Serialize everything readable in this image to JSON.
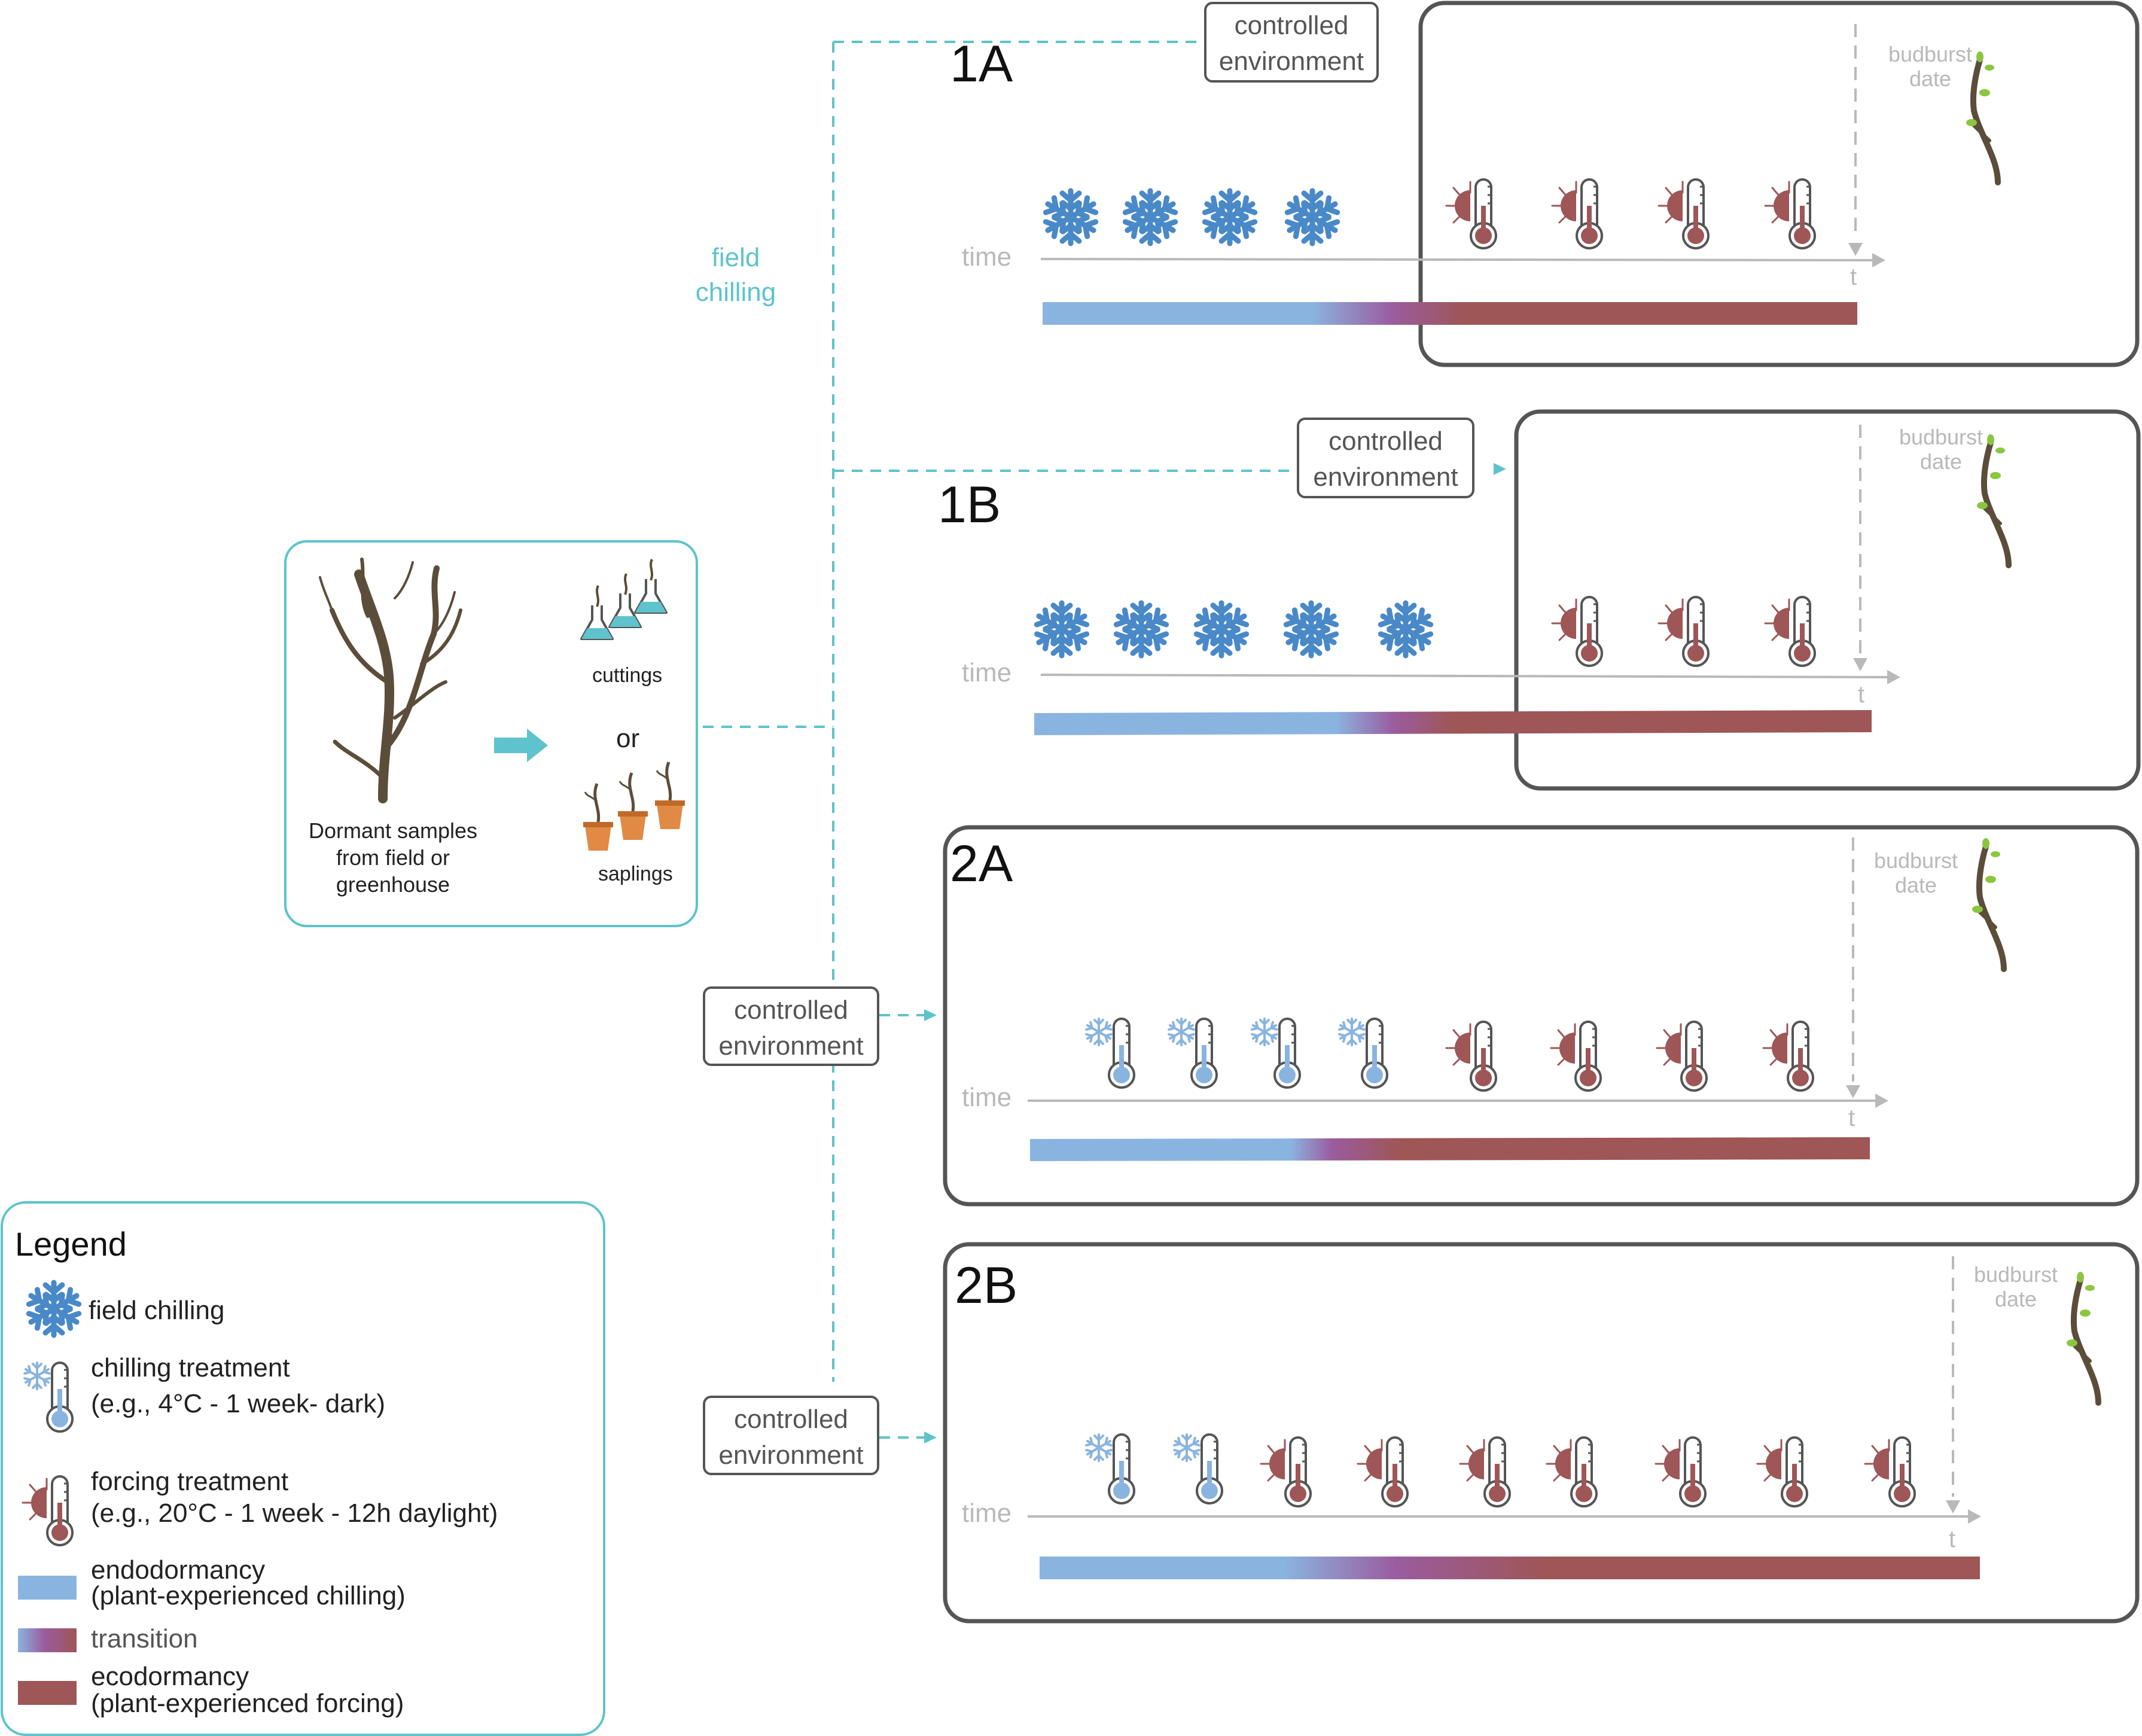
{
  "colors": {
    "teal": "#5ec3cc",
    "endodormancy": "#8ab4e0",
    "transition": "#9a5c9e",
    "ecodormancy": "#9e5656",
    "panel_border": "#555555",
    "grey_text": "#b9b9b9",
    "tree": "#5c4d3a",
    "twig_leaf": "#8cc63f",
    "pot": "#e08a45",
    "snowflake": "#4a89c8"
  },
  "source": {
    "caption_lines": [
      "Dormant samples",
      "from field or",
      "greenhouse"
    ],
    "cuttings_label": "cuttings",
    "or_label": "or",
    "saplings_label": "saplings",
    "tree_icon": "tree-icon",
    "flask_icon": "flask-icon",
    "pot_icon": "potted-sapling-icon"
  },
  "field_chilling_lines": [
    "field",
    "chilling"
  ],
  "controlled_env_lines": [
    "controlled",
    "environment"
  ],
  "time_label": "time",
  "t_label": "t",
  "budburst_lines": [
    "budburst",
    "date"
  ],
  "panels": [
    {
      "id": "1A",
      "field_chilling_icons": 4,
      "chilling_treatment_icons": 0,
      "forcing_treatment_icons": 4
    },
    {
      "id": "1B",
      "field_chilling_icons": 5,
      "chilling_treatment_icons": 0,
      "forcing_treatment_icons": 3
    },
    {
      "id": "2A",
      "field_chilling_icons": 0,
      "chilling_treatment_icons": 4,
      "forcing_treatment_icons": 4
    },
    {
      "id": "2B",
      "field_chilling_icons": 0,
      "chilling_treatment_icons": 2,
      "forcing_treatment_icons": 7
    }
  ],
  "legend": {
    "title": "Legend",
    "field_chilling": "field chilling",
    "chilling_treatment": "chilling treatment",
    "chilling_example": "(e.g., 4°C - 1 week- dark)",
    "forcing_treatment": "forcing treatment",
    "forcing_example": "(e.g., 20°C - 1 week - 12h daylight)",
    "endodormancy": "endodormancy",
    "endodormancy_note": "(plant-experienced chilling)",
    "transition": "transition",
    "ecodormancy": "ecodormancy",
    "ecodormancy_note": "(plant-experienced forcing)"
  }
}
